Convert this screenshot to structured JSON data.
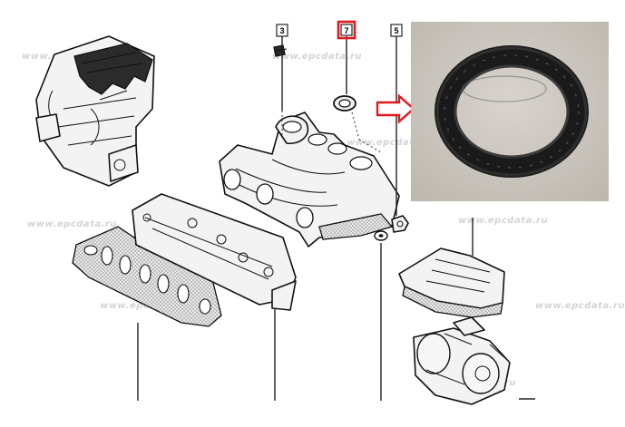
{
  "watermark": {
    "text": "www.epcdata.ru"
  },
  "callouts": [
    {
      "number": "3",
      "highlighted": false
    },
    {
      "number": "7",
      "highlighted": true
    },
    {
      "number": "5",
      "highlighted": false
    }
  ],
  "colors": {
    "highlight_box": "#e0191e",
    "arrow": "#e0191e",
    "photo_background": "#cfcbc4",
    "seal_ring": "#1f1f1f"
  },
  "icons": {
    "pointer_arrow": "right-arrow-outline-icon"
  }
}
